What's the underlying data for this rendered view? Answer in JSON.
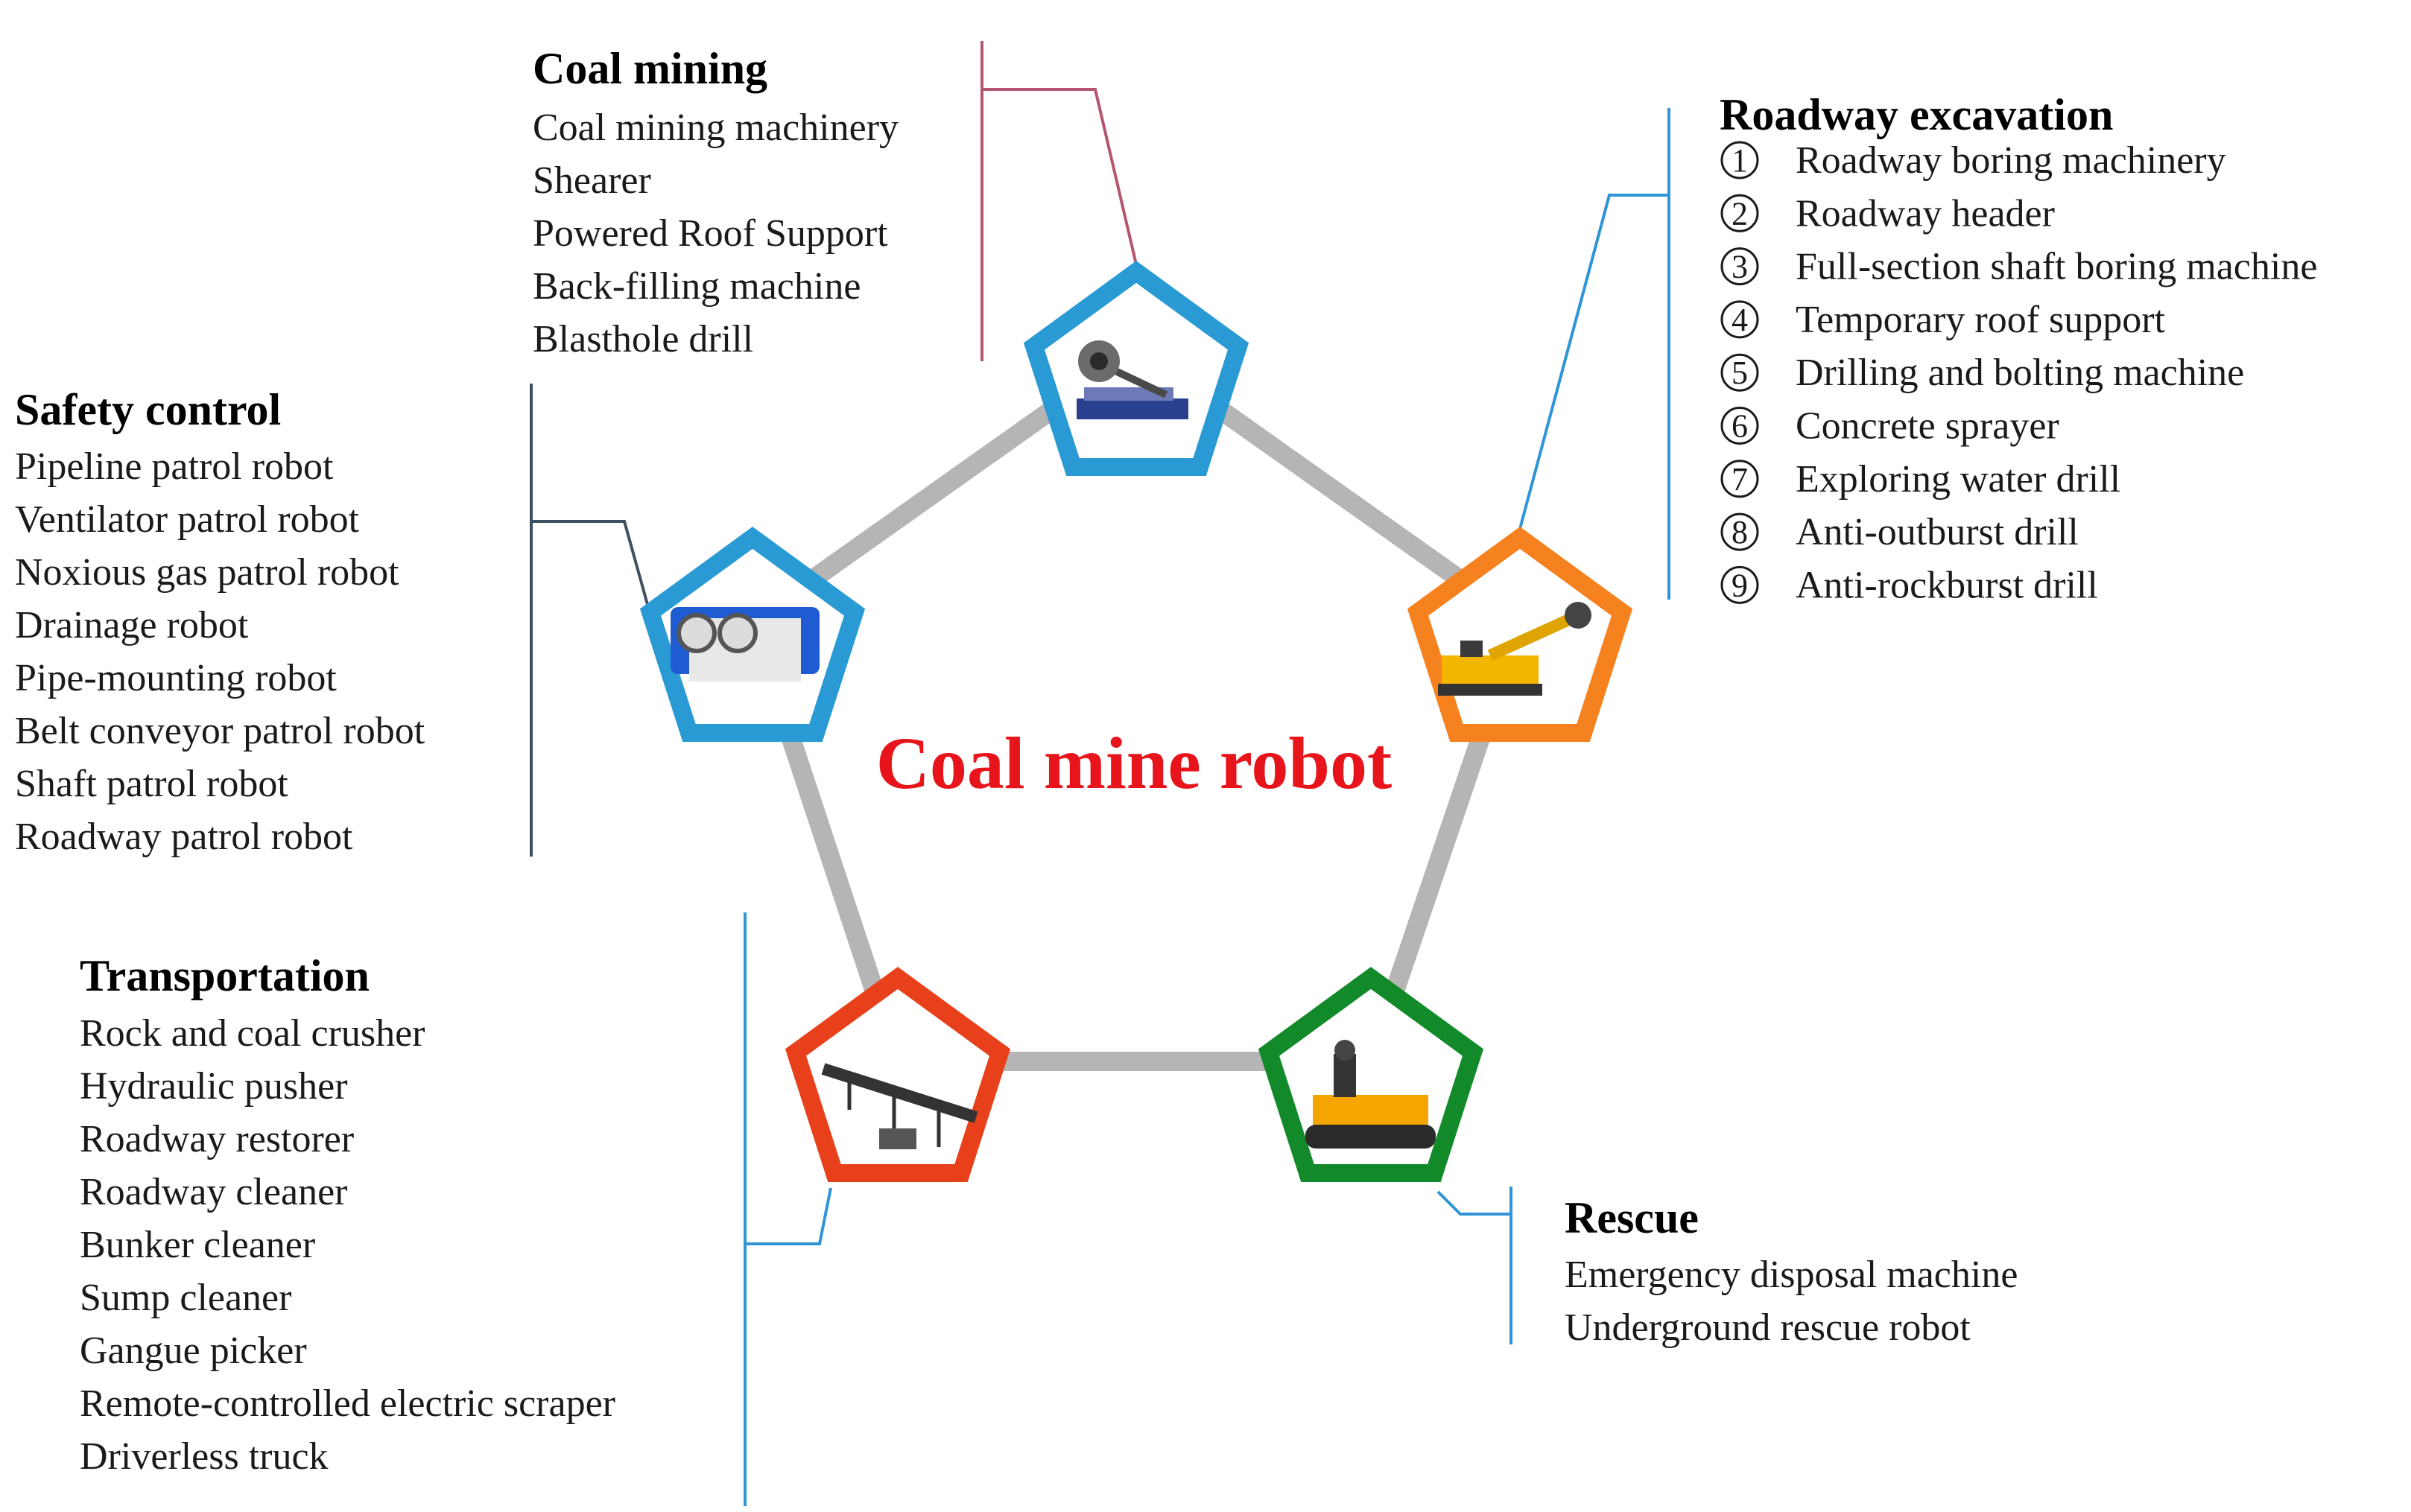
{
  "title": "Coal mine robot",
  "colors": {
    "title": "#e8141b",
    "ring": "#b5b5b5",
    "coal_mining_line": "#b5566f",
    "blue_line": "#2f95d6",
    "safety_line": "#3d5060",
    "pent_blue": "#2a9ad4",
    "pent_orange": "#f5821f",
    "pent_red": "#e8401a",
    "pent_green": "#128a2a"
  },
  "coal_mining": {
    "heading": "Coal mining",
    "items": [
      "Coal mining machinery",
      "Shearer",
      "Powered Roof Support",
      "Back-filling machine",
      "Blasthole drill"
    ]
  },
  "roadway_excavation": {
    "heading": "Roadway excavation",
    "items": [
      {
        "num": "1",
        "label": "Roadway boring machinery"
      },
      {
        "num": "2",
        "label": "Roadway header"
      },
      {
        "num": "3",
        "label": "Full-section shaft boring machine"
      },
      {
        "num": "4",
        "label": "Temporary roof support"
      },
      {
        "num": "5",
        "label": "Drilling and bolting machine"
      },
      {
        "num": "6",
        "label": "Concrete sprayer"
      },
      {
        "num": "7",
        "label": "Exploring water drill"
      },
      {
        "num": "8",
        "label": "Anti-outburst drill"
      },
      {
        "num": "9",
        "label": "Anti-rockburst drill"
      }
    ]
  },
  "safety_control": {
    "heading": "Safety control",
    "items": [
      "Pipeline patrol robot",
      "Ventilator patrol robot",
      "Noxious gas patrol robot",
      "Drainage robot",
      "Pipe-mounting robot",
      "Belt  conveyor patrol robot",
      "Shaft patrol robot",
      "Roadway patrol robot"
    ]
  },
  "transportation": {
    "heading": "Transportation",
    "items": [
      "Rock and coal crusher",
      "Hydraulic pusher",
      "Roadway restorer",
      "Roadway cleaner",
      "Bunker cleaner",
      "Sump cleaner",
      "Gangue picker",
      "Remote-controlled electric scraper",
      "Driverless truck"
    ]
  },
  "rescue": {
    "heading": "Rescue",
    "items": [
      "Emergency disposal machine",
      "Underground rescue robot"
    ]
  }
}
